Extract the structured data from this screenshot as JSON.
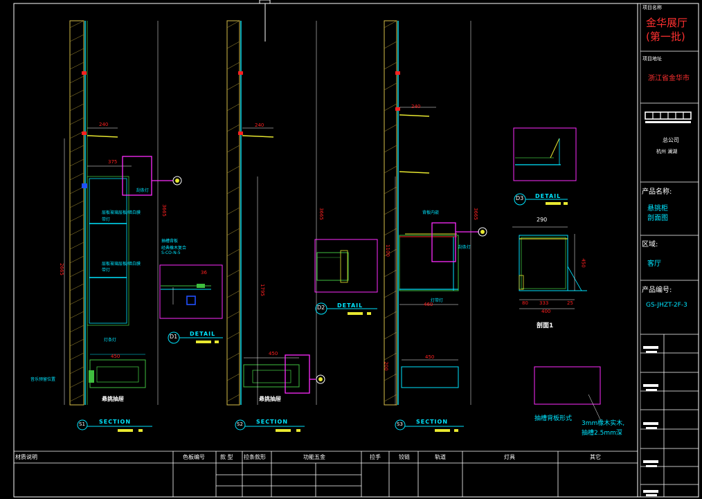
{
  "title_block": {
    "project_name_label": "项目名称",
    "project_name_line1": "金华展厅",
    "project_name_line2": "(第一批)",
    "project_address_label": "项目地址",
    "project_address": "浙江省金华市",
    "company": "总公司",
    "company_sub": "杭州    澜湖",
    "product_name_label": "产品名称:",
    "product_name_line1": "悬挑柜",
    "product_name_line2": "剖面图",
    "area_label": "区域:",
    "area": "客厅",
    "product_code_label": "产品编号:",
    "product_code": "GS-JHZT-2F-3"
  },
  "sections": [
    {
      "id": "S1",
      "label": "SECTION"
    },
    {
      "id": "S2",
      "label": "SECTION"
    },
    {
      "id": "S3",
      "label": "SECTION"
    }
  ],
  "details": [
    {
      "id": "D1",
      "label": "DETAIL"
    },
    {
      "id": "D2",
      "label": "DETAIL"
    },
    {
      "id": "D3",
      "label": "DETAIL"
    }
  ],
  "dims": {
    "s1_240": "240",
    "s1_375": "375",
    "s1_450": "450",
    "s1_3665": "3665",
    "s1_2665": "2665",
    "s2_240": "240",
    "s2_450": "450",
    "s2_3665": "3665",
    "s2_1795": "1795",
    "s3_240": "240",
    "s3_460": "460",
    "s3_450": "450",
    "s3_3665": "3665",
    "s3_1100": "1100",
    "s3_200": "200",
    "d3_290": "290",
    "d3_80": "80",
    "d3_333": "333",
    "d3_25": "25",
    "d3_400": "400",
    "d3_450": "450",
    "d1_36": "36"
  },
  "annotations": {
    "s1_led": "刮条灯",
    "s1_glass1": "层板玻璃层板/暗白膜",
    "s1_glass1b": "带灯",
    "s1_back1": "抽槽背板",
    "s1_back2": "经典橡木复合",
    "s1_back3": "S-CO-N-5",
    "s1_glass2": "层板玻璃层板/暗白膜",
    "s1_glass2b": "带灯",
    "s1_bottom_led": "灯条灯",
    "s1_speaker": "音乐预留位置",
    "s1_drawer": "悬挑抽屉",
    "s2_drawer": "悬挑抽屉",
    "s3_back": "背板内嵌",
    "s3_led": "刮条灯",
    "s3_light": "灯带灯",
    "section_view": "剖面1",
    "groove_title": "抽槽背板形式",
    "groove_note1": "3mm橡木实木,",
    "groove_note2": "抽槽2.5mm深"
  },
  "bottom_table": {
    "headers": [
      "材质说明",
      "色板编号",
      "款 型",
      "拉条款形",
      "功能五金",
      "拉手",
      "铰链",
      "轨道",
      "灯具",
      "其它"
    ]
  }
}
